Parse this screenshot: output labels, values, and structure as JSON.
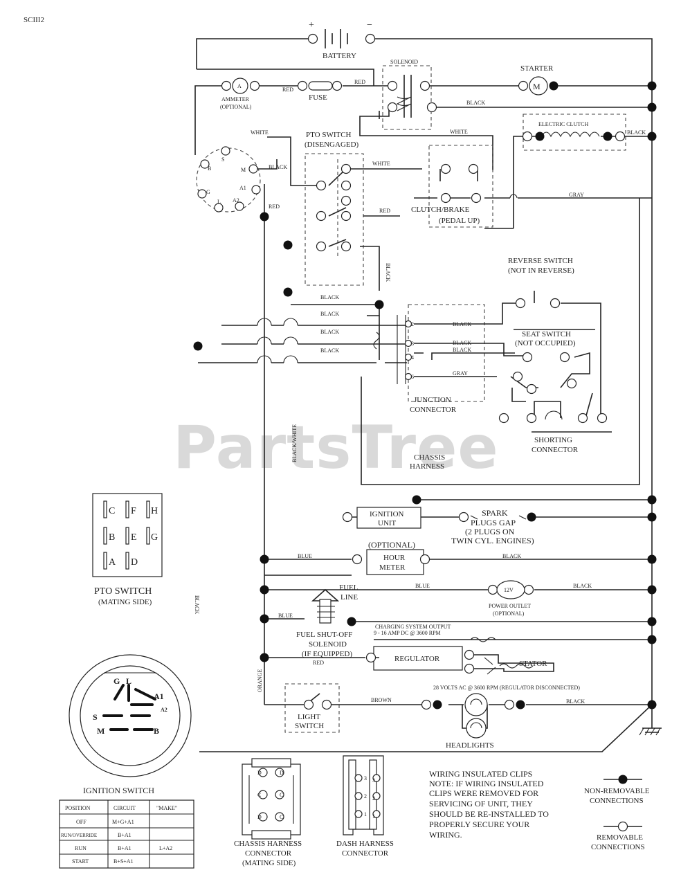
{
  "doc_code": "SCIII2",
  "watermark": "PartsTree",
  "battery": {
    "label": "BATTERY",
    "plus": "+",
    "minus": "−"
  },
  "solenoid": "SOLENOID",
  "starter": {
    "label": "STARTER",
    "symbol": "M"
  },
  "ammeter": {
    "label1": "AMMETER",
    "label2": "(OPTIONAL)",
    "symbol": "A"
  },
  "fuse": "FUSE",
  "electric_clutch": "ELECTRIC CLUTCH",
  "pto_switch": {
    "label1": "PTO SWITCH",
    "label2": "(DISENGAGED)"
  },
  "clutch_brake": {
    "label1": "CLUTCH/BRAKE",
    "label2": "(PEDAL UP)"
  },
  "reverse_switch": {
    "label1": "REVERSE SWITCH",
    "label2": "(NOT IN REVERSE)"
  },
  "seat_switch": {
    "label1": "SEAT SWITCH",
    "label2": "(NOT OCCUPIED)"
  },
  "junction_connector": {
    "label1": "JUNCTION",
    "label2": "CONNECTOR"
  },
  "shorting_connector": {
    "label1": "SHORTING",
    "label2": "CONNECTOR"
  },
  "chassis_harness": {
    "label1": "CHASSIS",
    "label2": "HARNESS"
  },
  "ignition_unit": {
    "label1": "IGNITION",
    "label2": "UNIT"
  },
  "spark_plugs": {
    "line1": "SPARK",
    "line2": "PLUGS GAP",
    "line3": "(2 PLUGS ON",
    "line4": "TWIN CYL. ENGINES)"
  },
  "hour_meter": {
    "optional": "(OPTIONAL)",
    "label1": "HOUR",
    "label2": "METER"
  },
  "power_outlet": {
    "label1": "POWER OUTLET",
    "label2": "(OPTIONAL)",
    "symbol": "12V"
  },
  "fuel_line": {
    "label1": "FUEL",
    "label2": "LINE"
  },
  "fuel_shutoff": {
    "label1": "FUEL SHUT-OFF",
    "label2": "SOLENOID",
    "label3": "(IF EQUIPPED)"
  },
  "charging_output": {
    "line1": "CHARGING SYSTEM OUTPUT",
    "line2": "9 - 16 AMP DC @ 3600 RPM"
  },
  "regulator": "REGULATOR",
  "stator": "STATOR",
  "stator_note": "28 VOLTS AC @ 3600 RPM (REGULATOR DISCONNECTED)",
  "light_switch": {
    "label1": "LIGHT",
    "label2": "SWITCH"
  },
  "headlights": "HEADLIGHTS",
  "wires": {
    "red": "RED",
    "black": "BLACK",
    "white": "WHITE",
    "gray": "GRAY",
    "blue": "BLUE",
    "orange": "ORANGE",
    "brown": "BROWN",
    "black_white": "BLACK/WHITE"
  },
  "pto_switch_letters": [
    "C",
    "F",
    "H",
    "B",
    "E",
    "G",
    "A",
    "D"
  ],
  "pto_mating": {
    "label1": "PTO SWITCH",
    "label2": "(MATING SIDE)"
  },
  "ignition_terminals": [
    "B",
    "S",
    "M",
    "A1",
    "A2",
    "L",
    "G"
  ],
  "ignition_switch": {
    "label": "IGNITION SWITCH",
    "headers": [
      "POSITION",
      "CIRCUIT",
      "\"MAKE\""
    ],
    "rows": [
      [
        "OFF",
        "M+G+A1",
        ""
      ],
      [
        "RUN/OVERRIDE",
        "B+A1",
        ""
      ],
      [
        "RUN",
        "B+A1",
        "L+A2"
      ],
      [
        "START",
        "B+S+A1",
        ""
      ]
    ]
  },
  "junction_pins": [
    "2",
    "3",
    "4",
    "6"
  ],
  "chassis_connector": {
    "label1": "CHASSIS HARNESS",
    "label2": "CONNECTOR",
    "label3": "(MATING SIDE)",
    "pins": [
      "D",
      "D",
      "C",
      "C",
      "D",
      "C"
    ]
  },
  "dash_connector": {
    "label1": "DASH HARNESS",
    "label2": "CONNECTOR",
    "pins": [
      "3",
      "3",
      "2",
      "2",
      "1",
      "1"
    ]
  },
  "note": {
    "line1": "WIRING INSULATED CLIPS",
    "line2": "NOTE: IF WIRING INSULATED",
    "line3": "CLIPS WERE REMOVED FOR",
    "line4": "SERVICING OF UNIT, THEY",
    "line5": "SHOULD BE RE-INSTALLED TO",
    "line6": "PROPERLY SECURE YOUR",
    "line7": "WIRING."
  },
  "legend": {
    "non_removable1": "NON-REMOVABLE",
    "non_removable2": "CONNECTIONS",
    "removable1": "REMOVABLE",
    "removable2": "CONNECTIONS"
  }
}
